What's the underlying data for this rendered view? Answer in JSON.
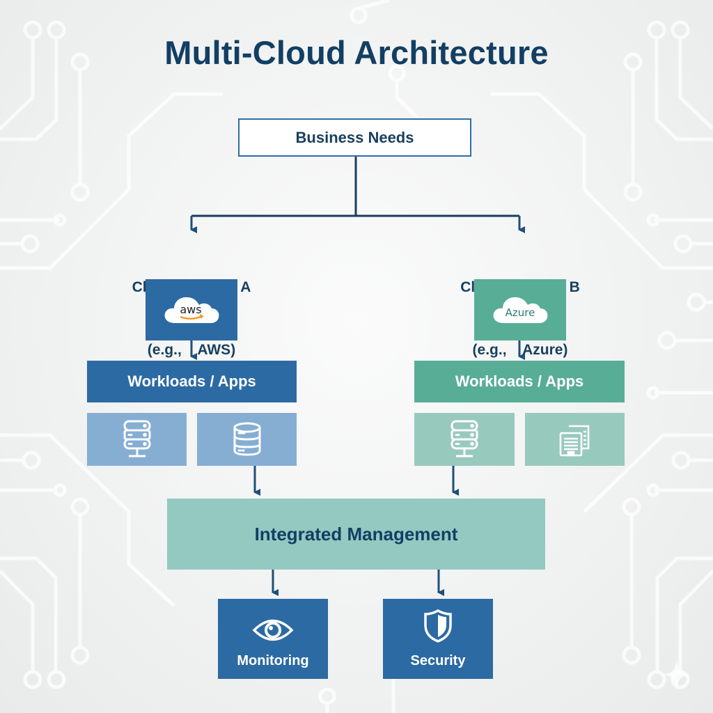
{
  "title": "Multi-Cloud Architecture",
  "root": {
    "label": "Business Needs"
  },
  "providers": [
    {
      "name_line1": "Cloud Provider A",
      "name_line2": "(e.g.,    AWS)",
      "logo_text": "aws",
      "logo_icon": "aws-cloud-icon",
      "color": "#2c6aa3",
      "tile_color": "#86aed3",
      "workloads_label": "Workloads / Apps",
      "tiles": [
        {
          "icon": "server-icon"
        },
        {
          "icon": "database-icon"
        }
      ]
    },
    {
      "name_line1": "Cloud Provider B",
      "name_line2": "(e.g.,    Azure)",
      "logo_text": "Azure",
      "logo_icon": "azure-cloud-icon",
      "color": "#58ad96",
      "tile_color": "#98c9bd",
      "workloads_label": "Workloads / Apps",
      "tiles": [
        {
          "icon": "server-icon"
        },
        {
          "icon": "documents-icon"
        }
      ]
    }
  ],
  "management": {
    "label": "Integrated Management",
    "color": "#93c9c1"
  },
  "outputs": [
    {
      "label": "Monitoring",
      "icon": "eye-icon"
    },
    {
      "label": "Security",
      "icon": "shield-icon"
    }
  ],
  "colors": {
    "title": "#123f63",
    "connector": "#1a3d5c",
    "arrow": "#1f4f7a"
  }
}
